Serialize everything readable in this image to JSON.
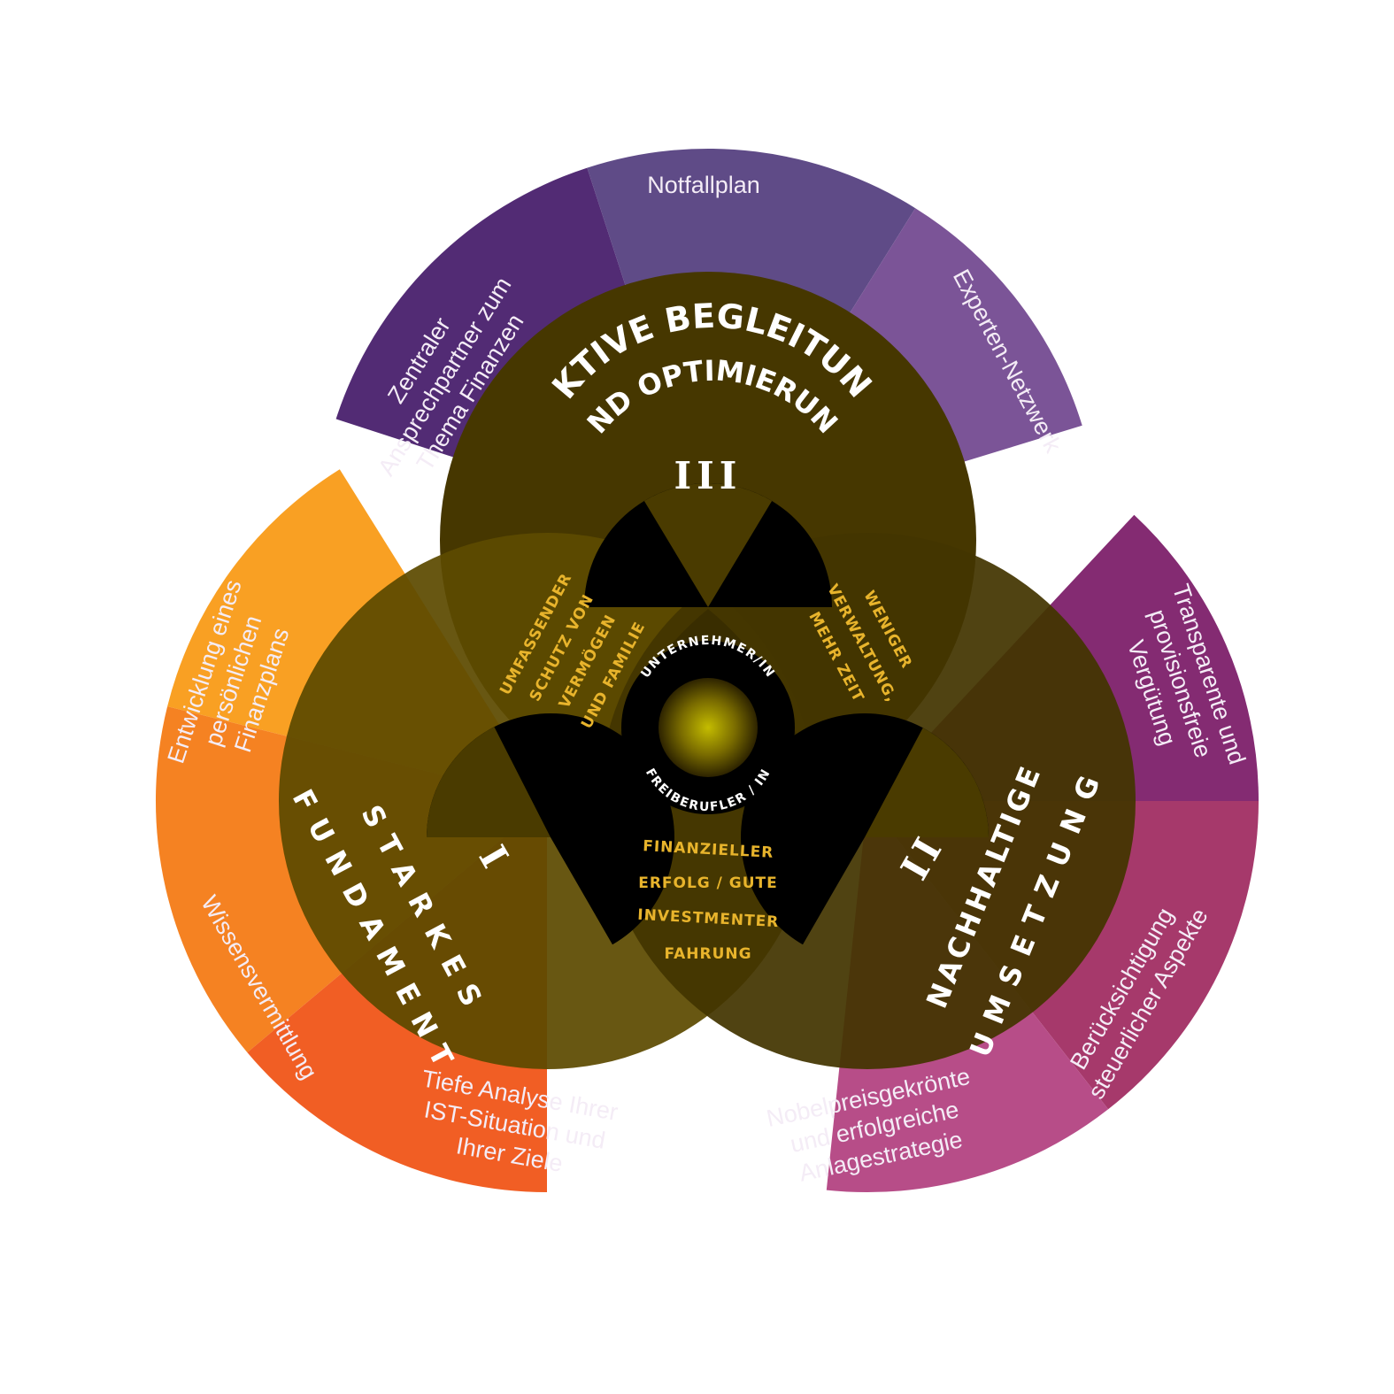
{
  "colors": {
    "top_segments": [
      "#522b74",
      "#5f4b87",
      "#7b5497"
    ],
    "right_segments": [
      "#842b72",
      "#a6396b",
      "#b74d88"
    ],
    "left_segments": [
      "#f9a023",
      "#f58222",
      "#f15e24"
    ],
    "circle_fill": "#4b3b00",
    "center_glow": "#b6b000"
  },
  "outer_segments": {
    "top": {
      "left": [
        "Zentraler",
        "Ansprechpartner zum",
        "Thema Finanzen"
      ],
      "middle": [
        "Notfallplan"
      ],
      "right": [
        "Experten-Netzwerk"
      ]
    },
    "right": {
      "top": [
        "Transparente und",
        "provisionsfreie",
        "Vergütung"
      ],
      "middle": [
        "Berücksichtigung",
        "steuerlicher Aspekte"
      ],
      "bottom": [
        "Nobelpreisgekrönte",
        "und erfolgreiche",
        "Anlagestrategie"
      ]
    },
    "left": {
      "top": [
        "Entwicklung eines",
        "persönlichen",
        "Finanzplans"
      ],
      "middle": [
        "Wissensvermittlung"
      ],
      "bottom": [
        "Tiefe Analyse Ihrer",
        "IST-Situation und",
        "Ihrer Ziele"
      ]
    }
  },
  "pillars": {
    "top": {
      "line1": "AKTIVE BEGLEITUNG",
      "line2": "UND OPTIMIERUNG",
      "numeral": "III"
    },
    "left": {
      "line1": "STARKES",
      "line2": "FUNDAMENT",
      "numeral": "I"
    },
    "right": {
      "line1": "NACHHALTIGE",
      "line2": "UMSETZUNG",
      "numeral": "II"
    }
  },
  "overlaps": {
    "top_left": [
      "UMFASSENDER",
      "SCHUTZ VON",
      "VERMÖGEN",
      "UND FAMILIE"
    ],
    "top_right": [
      "WENIGER",
      "VERWALTUNG,",
      "MEHR ZEIT"
    ],
    "bottom": [
      "FINANZIELLER",
      "ERFOLG / GUTE",
      "INVESTMENTER",
      "FAHRUNG"
    ]
  },
  "center": {
    "top_text": "UNTERNEHMER/IN",
    "bottom_text": "FREIBERUFLER / IN"
  }
}
